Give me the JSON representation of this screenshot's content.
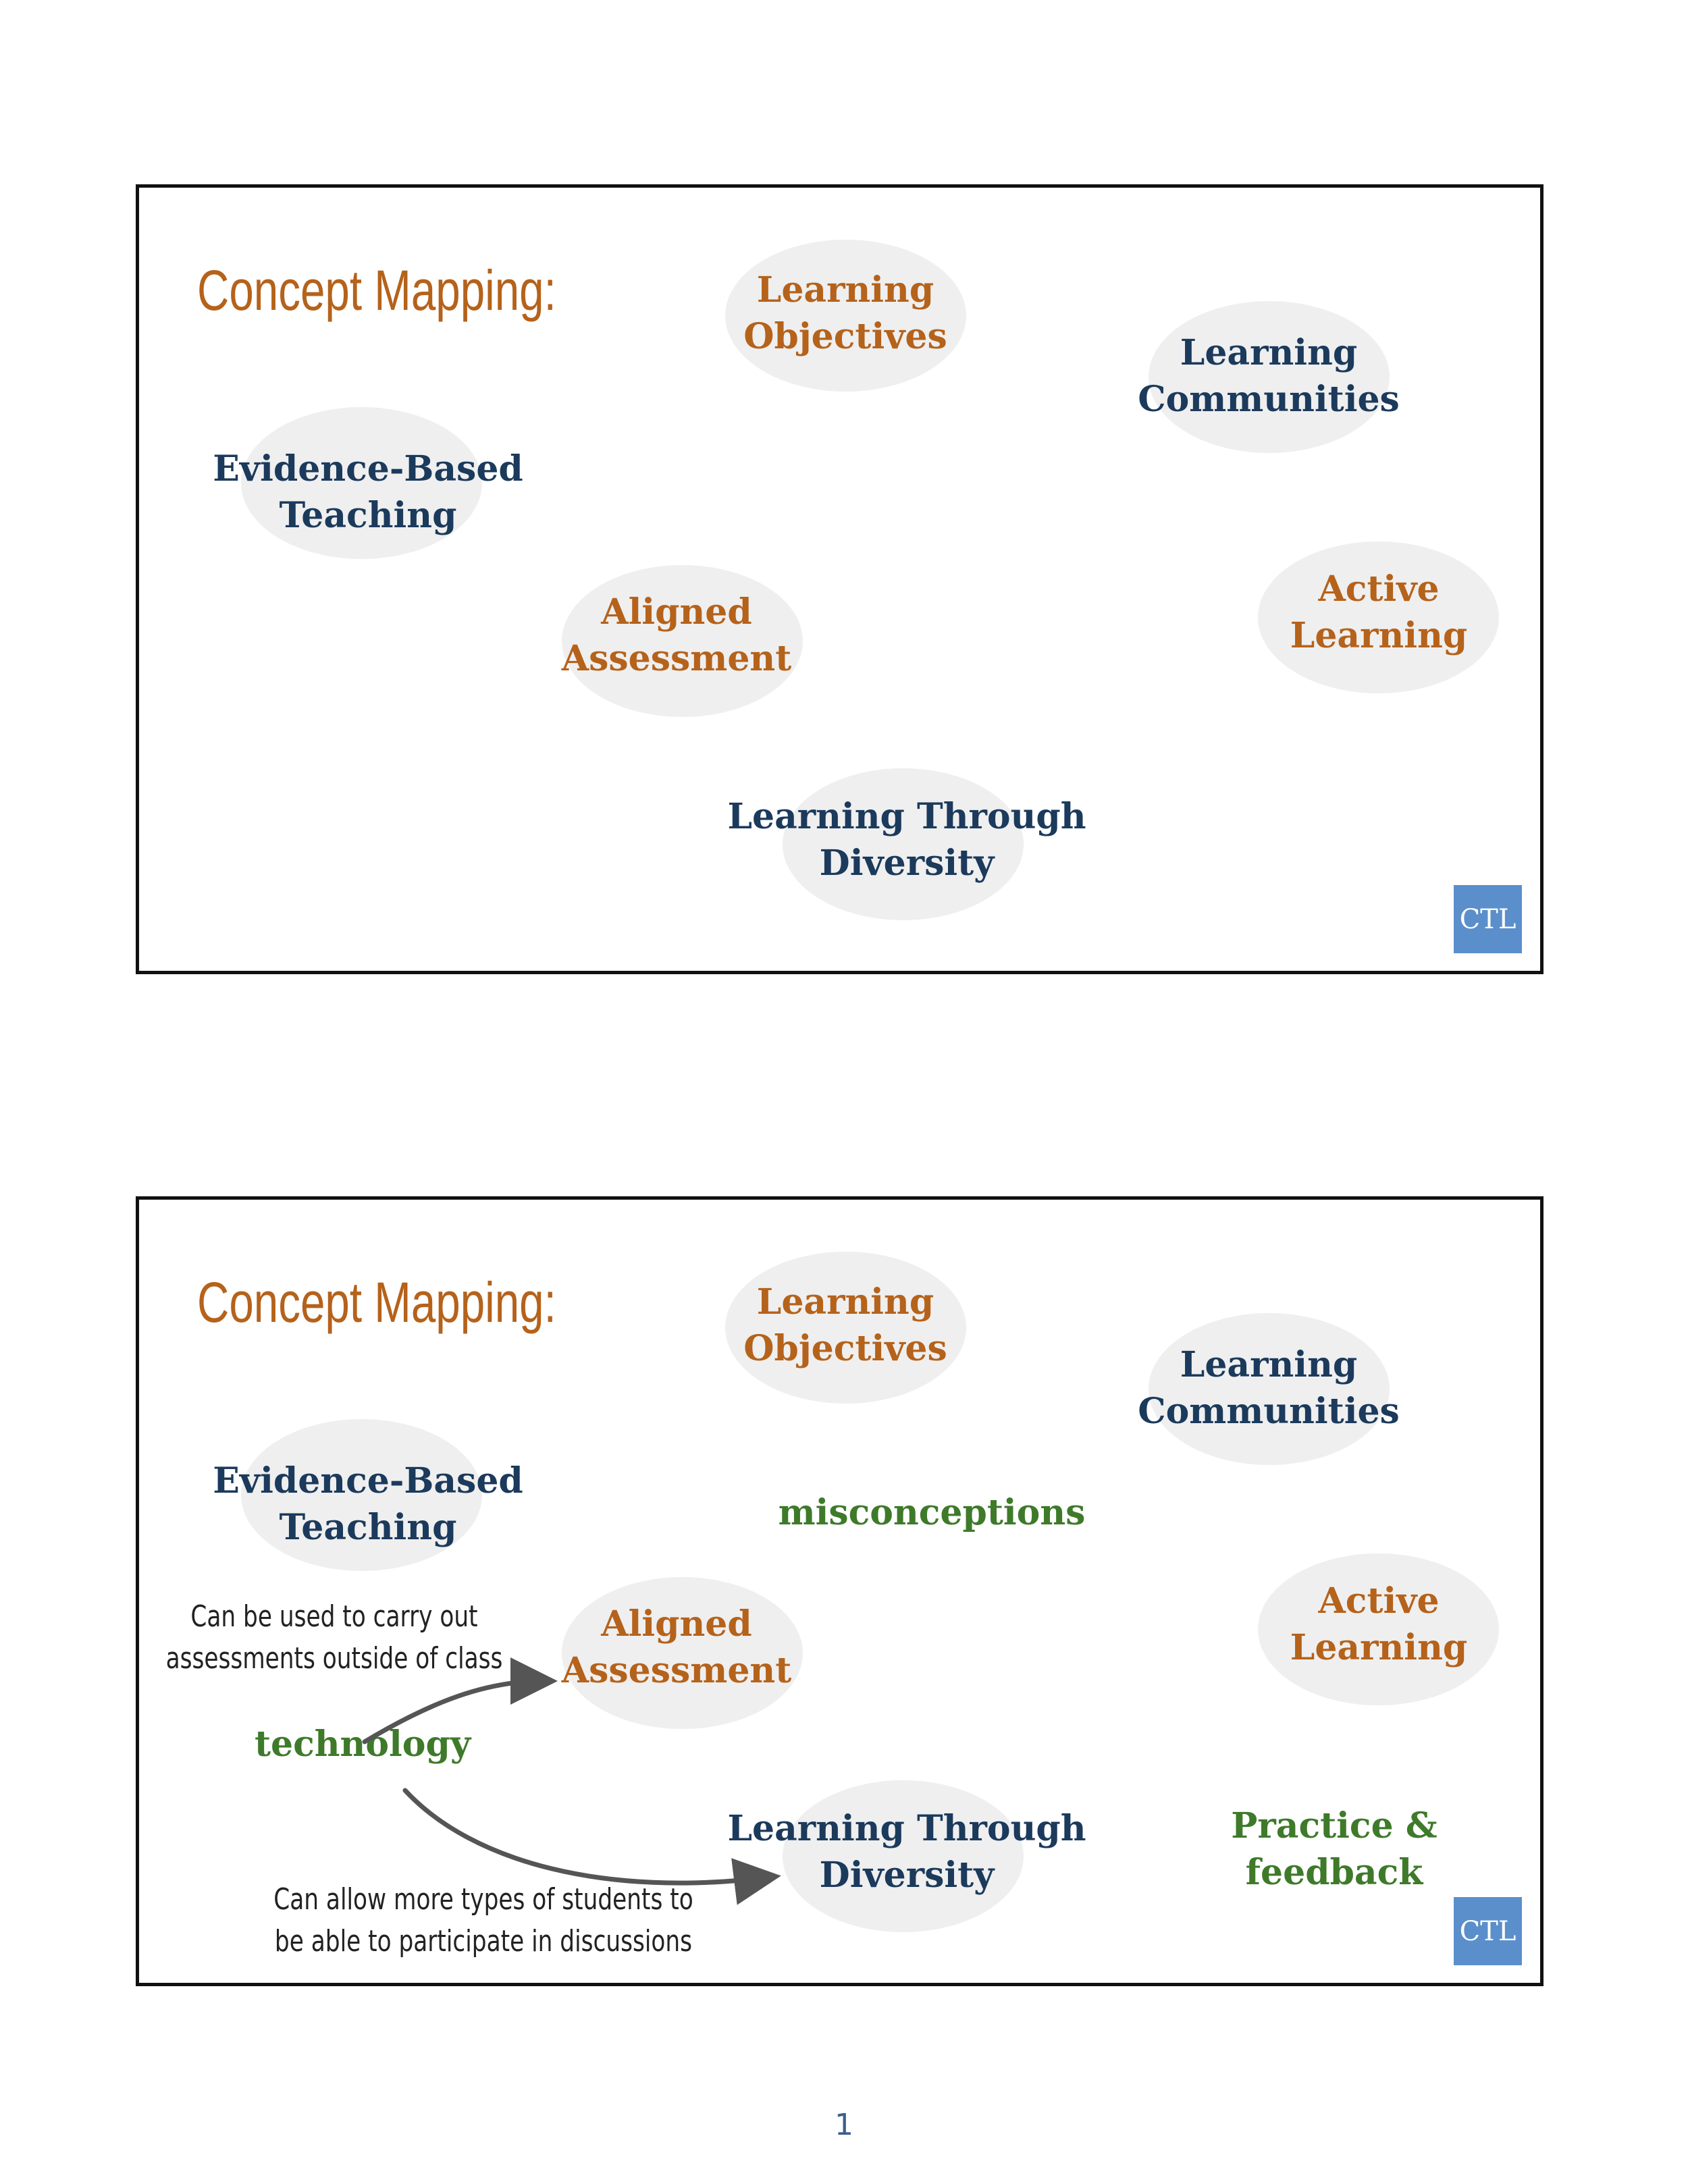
{
  "slides": [
    {
      "title": "Concept Mapping:",
      "nodes": [
        {
          "lines": [
            "Learning",
            "Objectives"
          ]
        },
        {
          "lines": [
            "Learning",
            "Communities"
          ]
        },
        {
          "lines": [
            "Evidence-Based",
            "Teaching"
          ]
        },
        {
          "lines": [
            "Aligned",
            "Assessment"
          ]
        },
        {
          "lines": [
            "Active",
            "Learning"
          ]
        },
        {
          "lines": [
            "Learning Through",
            "Diversity"
          ]
        }
      ],
      "badge": "CTL"
    },
    {
      "title": "Concept Mapping:",
      "nodes": [
        {
          "lines": [
            "Learning",
            "Objectives"
          ]
        },
        {
          "lines": [
            "Learning",
            "Communities"
          ]
        },
        {
          "lines": [
            "Evidence-Based",
            "Teaching"
          ]
        },
        {
          "lines": [
            "Aligned",
            "Assessment"
          ]
        },
        {
          "lines": [
            "Active",
            "Learning"
          ]
        },
        {
          "lines": [
            "Learning Through",
            "Diversity"
          ]
        }
      ],
      "added_terms": {
        "misconceptions": "misconceptions",
        "technology": "technology",
        "practice_feedback": [
          "Practice &",
          "feedback"
        ]
      },
      "notes": {
        "assessment_note": [
          "Can be used to carry out",
          "assessments outside of class"
        ],
        "diversity_note": [
          "Can allow more types of students to",
          "be able to participate in discussions"
        ]
      },
      "badge": "CTL"
    }
  ],
  "page_number": "1",
  "colors": {
    "orange": "#b5621b",
    "navy": "#1b3a5c",
    "green": "#3e7a2a",
    "bubble": "#efefef",
    "badge": "#5b8fcb",
    "arrow": "#555555"
  }
}
